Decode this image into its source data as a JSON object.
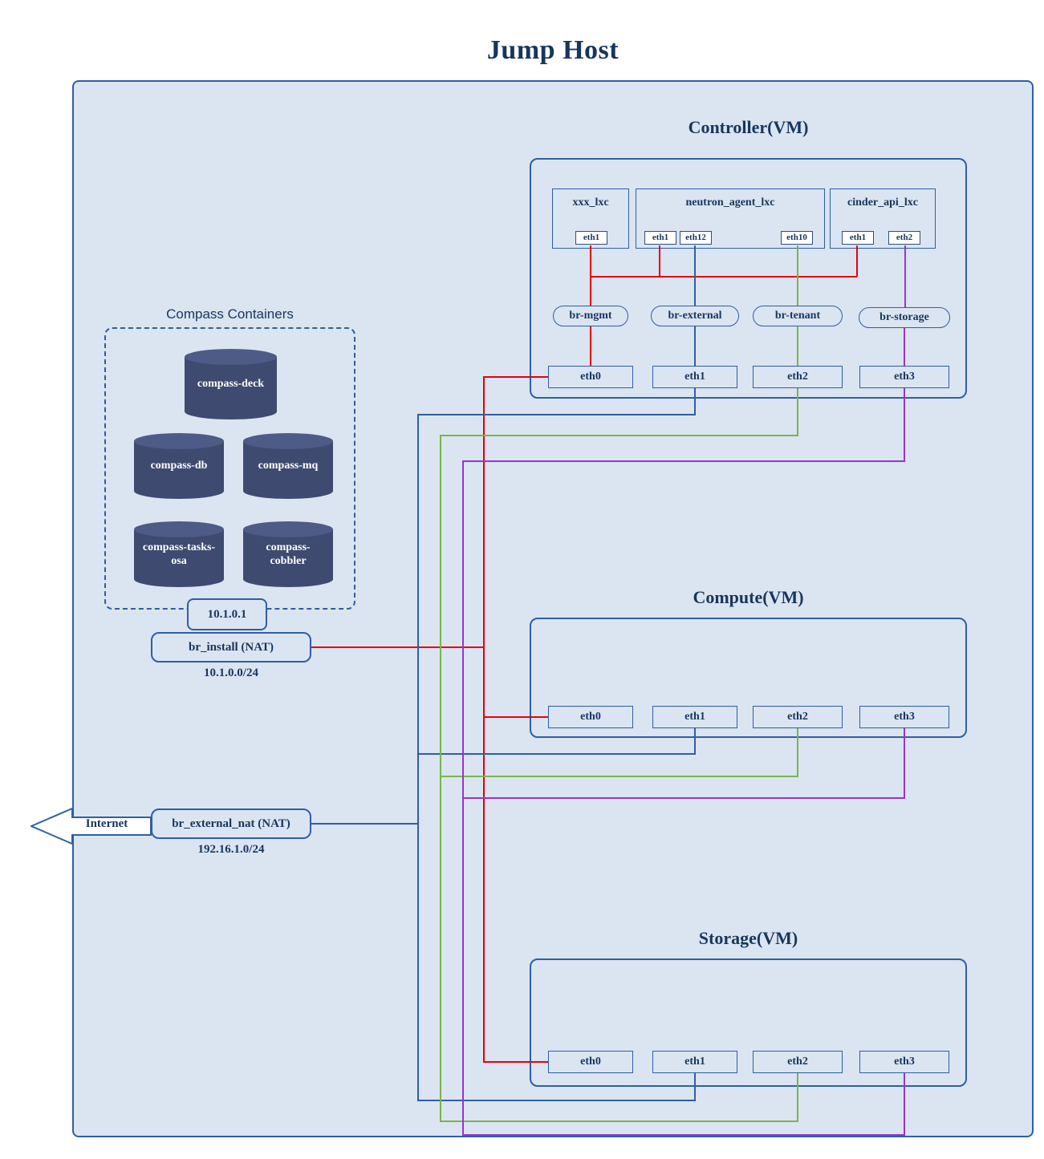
{
  "title": "Jump Host",
  "colors": {
    "mgmt_red": "#e8000b",
    "external_blue": "#2e5fa3",
    "tenant_green": "#7ab648",
    "storage_purple": "#9933cc"
  },
  "compass": {
    "label": "Compass Containers",
    "containers": [
      "compass-deck",
      "compass-db",
      "compass-mq",
      "compass-tasks-osa",
      "compass-cobbler"
    ]
  },
  "controller": {
    "label": "Controller(VM)",
    "lxc": [
      {
        "name": "xxx_lxc",
        "ports": [
          "eth1"
        ]
      },
      {
        "name": "neutron_agent_lxc",
        "ports": [
          "eth1",
          "eth12",
          "eth10"
        ]
      },
      {
        "name": "cinder_api_lxc",
        "ports": [
          "eth1",
          "eth2"
        ]
      }
    ],
    "bridges": [
      "br-mgmt",
      "br-external",
      "br-tenant",
      "br-storage"
    ],
    "eths": [
      "eth0",
      "eth1",
      "eth2",
      "eth3"
    ]
  },
  "compute": {
    "label": "Compute(VM)",
    "eths": [
      "eth0",
      "eth1",
      "eth2",
      "eth3"
    ]
  },
  "storage": {
    "label": "Storage(VM)",
    "eths": [
      "eth0",
      "eth1",
      "eth2",
      "eth3"
    ]
  },
  "br_install": {
    "ip": "10.1.0.1",
    "label": "br_install (NAT)",
    "subnet": "10.1.0.0/24"
  },
  "br_external_nat": {
    "label": "br_external_nat (NAT)",
    "subnet": "192.16.1.0/24"
  },
  "internet": {
    "label": "Internet"
  }
}
